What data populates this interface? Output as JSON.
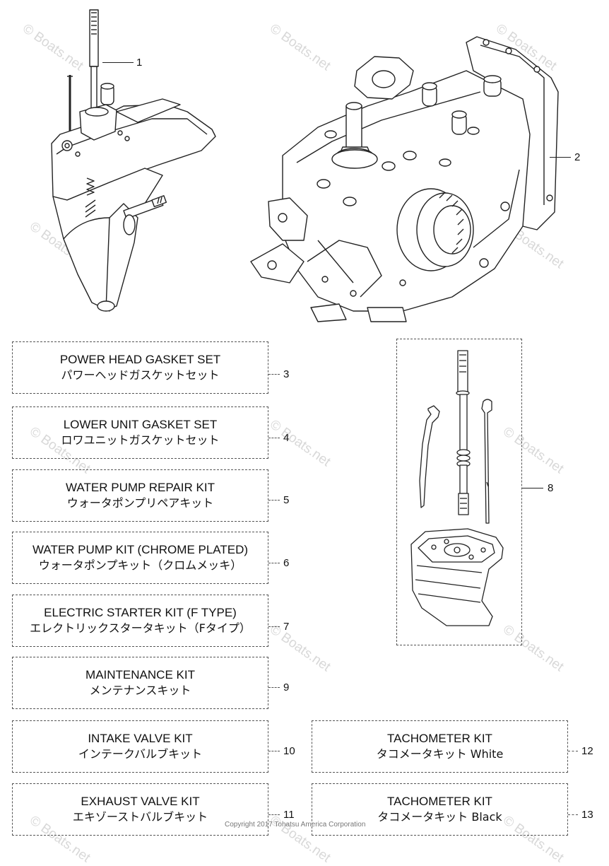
{
  "callouts": [
    "1",
    "2",
    "3",
    "4",
    "5",
    "6",
    "7",
    "8",
    "9",
    "10",
    "11",
    "12",
    "13"
  ],
  "kits": [
    {
      "en": "POWER HEAD GASKET SET",
      "jp": "パワーヘッドガスケットセット",
      "ref": "3"
    },
    {
      "en": "LOWER UNIT GASKET SET",
      "jp": "ロワユニットガスケットセット",
      "ref": "4"
    },
    {
      "en": "WATER PUMP REPAIR KIT",
      "jp": "ウォータポンプリペアキット",
      "ref": "5"
    },
    {
      "en": "WATER PUMP KIT (CHROME PLATED)",
      "jp": "ウォータポンプキット（クロムメッキ）",
      "ref": "6"
    },
    {
      "en": "ELECTRIC STARTER KIT (F TYPE)",
      "jp": "エレクトリックスタータキット（Fタイプ）",
      "ref": "7"
    },
    {
      "en": "MAINTENANCE KIT",
      "jp": "メンテナンスキット",
      "ref": "9"
    },
    {
      "en": "INTAKE VALVE KIT",
      "jp": "インテークバルブキット",
      "ref": "10"
    },
    {
      "en": "EXHAUST VALVE KIT",
      "jp": "エキゾーストバルブキット",
      "ref": "11"
    },
    {
      "en": "TACHOMETER KIT",
      "jp": "タコメータキット White",
      "ref": "12"
    },
    {
      "en": "TACHOMETER KIT",
      "jp": "タコメータキット Black",
      "ref": "13"
    }
  ],
  "watermark": "© Boats.net",
  "copyright": "Copyright 2017 Tohatsu America Corporation"
}
